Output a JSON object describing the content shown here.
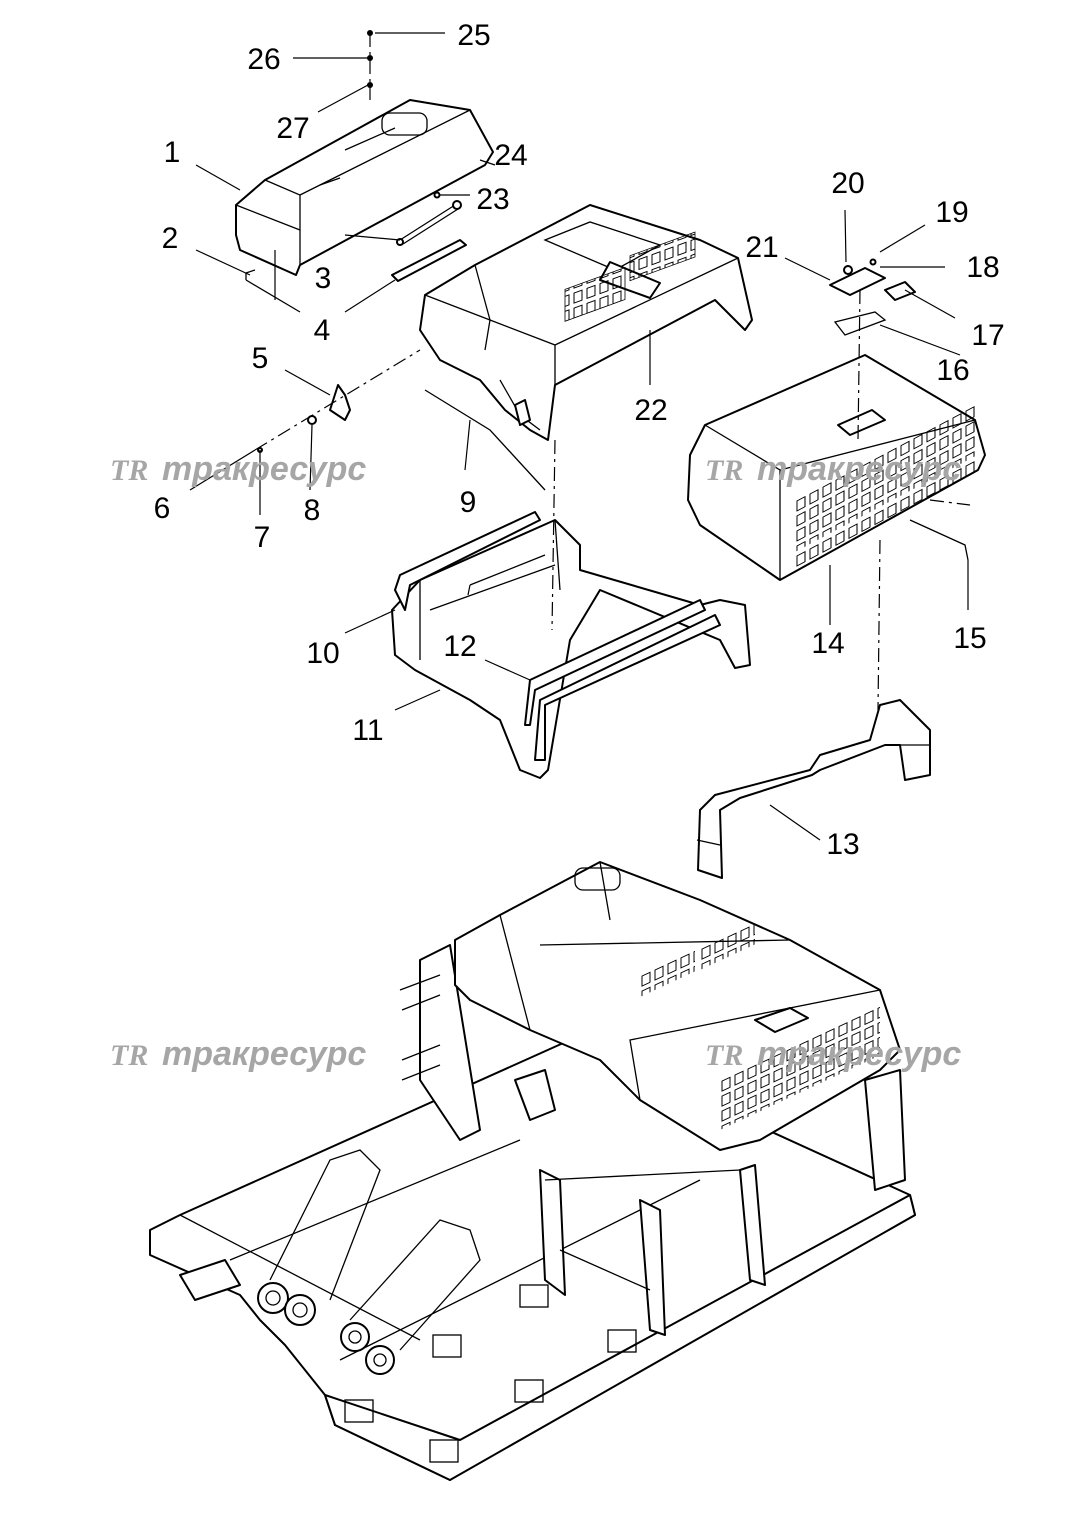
{
  "callouts": [
    "1",
    "2",
    "3",
    "4",
    "5",
    "6",
    "7",
    "8",
    "9",
    "10",
    "11",
    "12",
    "13",
    "14",
    "15",
    "16",
    "17",
    "18",
    "19",
    "20",
    "21",
    "22",
    "23",
    "24",
    "25",
    "26",
    "27"
  ],
  "watermark": {
    "logo": "TR",
    "text": "тракресурс"
  }
}
